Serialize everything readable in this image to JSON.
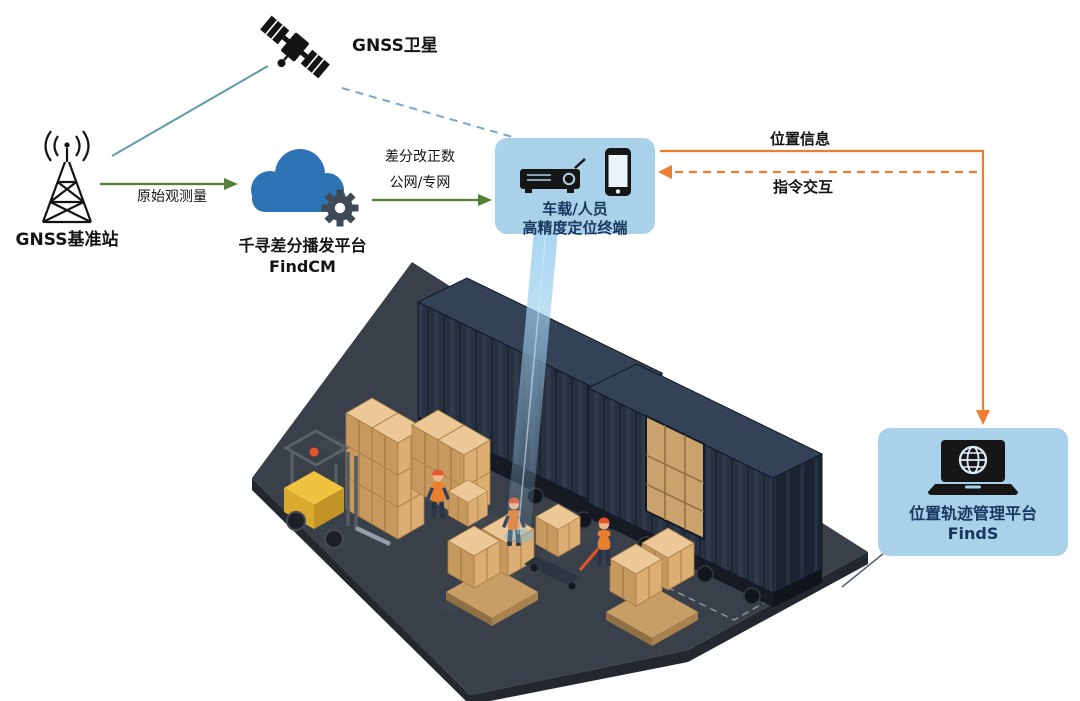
{
  "diagram": {
    "nodes": {
      "satellite": {
        "label": "GNSS卫星"
      },
      "base_station": {
        "label": "GNSS基准站"
      },
      "cloud": {
        "title": "千寻差分播发平台",
        "subtitle": "FindCM"
      },
      "terminal": {
        "title": "车载/人员",
        "subtitle": "高精度定位终端"
      },
      "platform": {
        "title": "位置轨迹管理平台",
        "subtitle": "FindS"
      }
    },
    "flows": {
      "raw_observation": "原始观测量",
      "correction_line1": "差分改正数",
      "correction_line2": "公网/专网",
      "position_info": "位置信息",
      "command_interaction": "指令交互"
    },
    "colors": {
      "green_arrow": "#538135",
      "orange_arrow": "#ED7D31",
      "satellite_link": "#5B9BA8",
      "satellite_dashed_link": "#7BA6C9",
      "bubble_bg": "#A9D2EA",
      "bubble_text": "#17375E",
      "cloud_blue": "#2E74B5",
      "gear_gray": "#3F4A56"
    }
  }
}
